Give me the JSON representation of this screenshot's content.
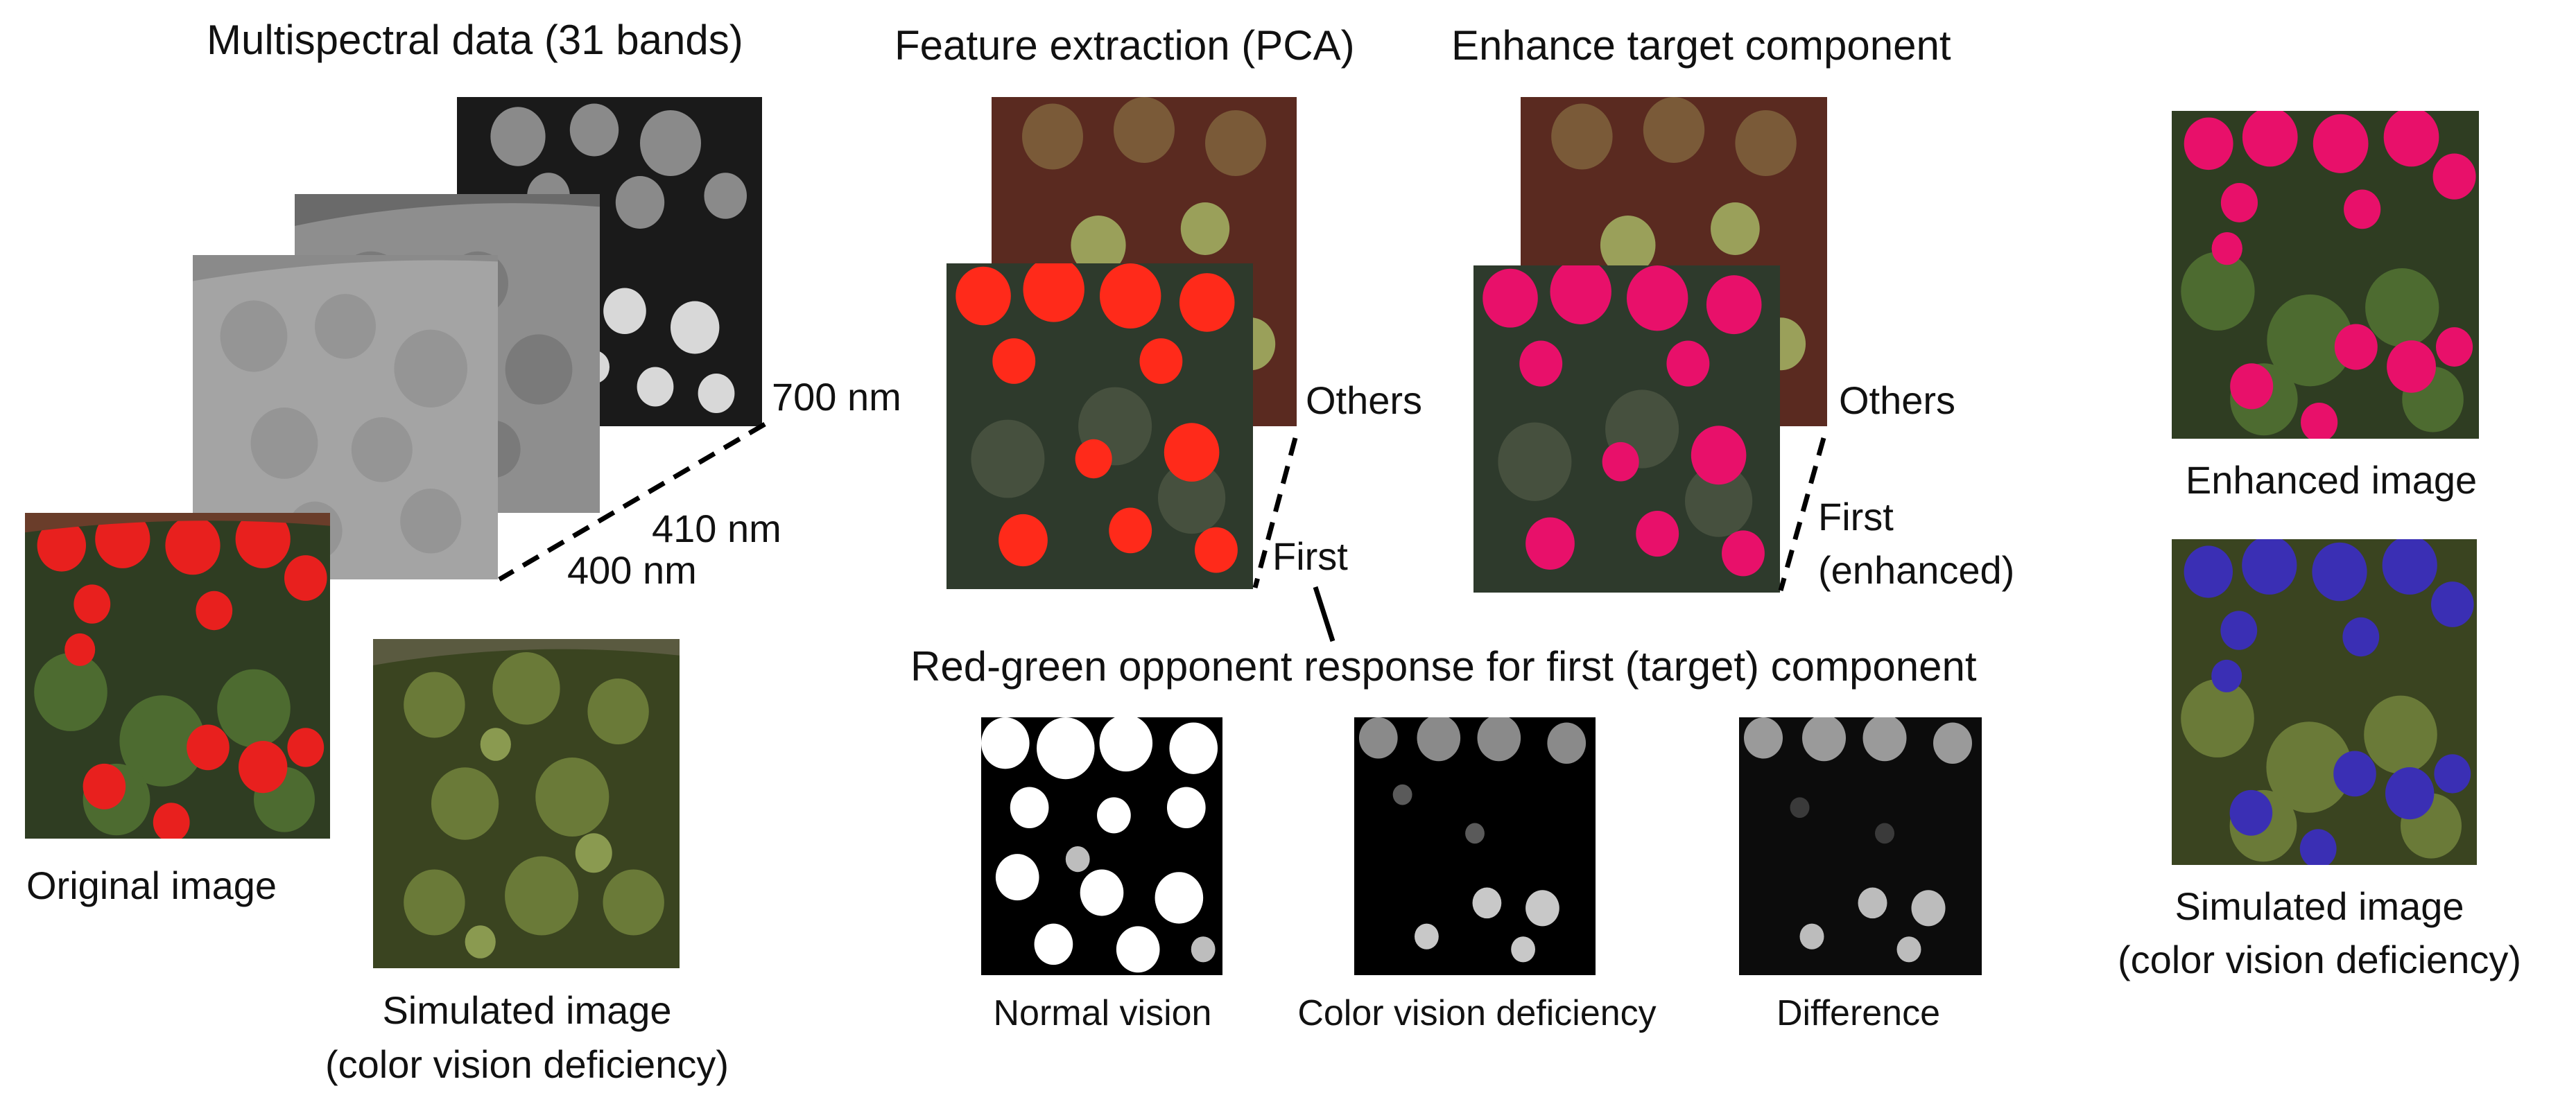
{
  "headers": {
    "multispectral": "Multispectral data (31 bands)",
    "pca": "Feature extraction (PCA)",
    "enhance": "Enhance target component",
    "opponent": "Red-green opponent response for first (target) component"
  },
  "bands": {
    "top": "700 nm",
    "middle": "410 nm",
    "bottom": "400 nm"
  },
  "components": {
    "pca_others": "Others",
    "pca_first": "First",
    "enh_others": "Others",
    "enh_first_line1": "First",
    "enh_first_line2": "(enhanced)"
  },
  "captions": {
    "original": "Original image",
    "simulated_left_line1": "Simulated image",
    "simulated_left_line2": "(color vision deficiency)",
    "enhanced": "Enhanced image",
    "simulated_right_line1": "Simulated image",
    "simulated_right_line2": "(color vision deficiency)",
    "normal": "Normal vision",
    "cvd": "Color vision deficiency",
    "difference": "Difference"
  },
  "colors": {
    "text": "#111111",
    "flower_red": "#e8201e",
    "flower_magenta": "#e8106a",
    "flower_blue": "#3a2fb4",
    "leaf_green": "#3f5a2a",
    "pca_tint": "#6a2a22"
  }
}
